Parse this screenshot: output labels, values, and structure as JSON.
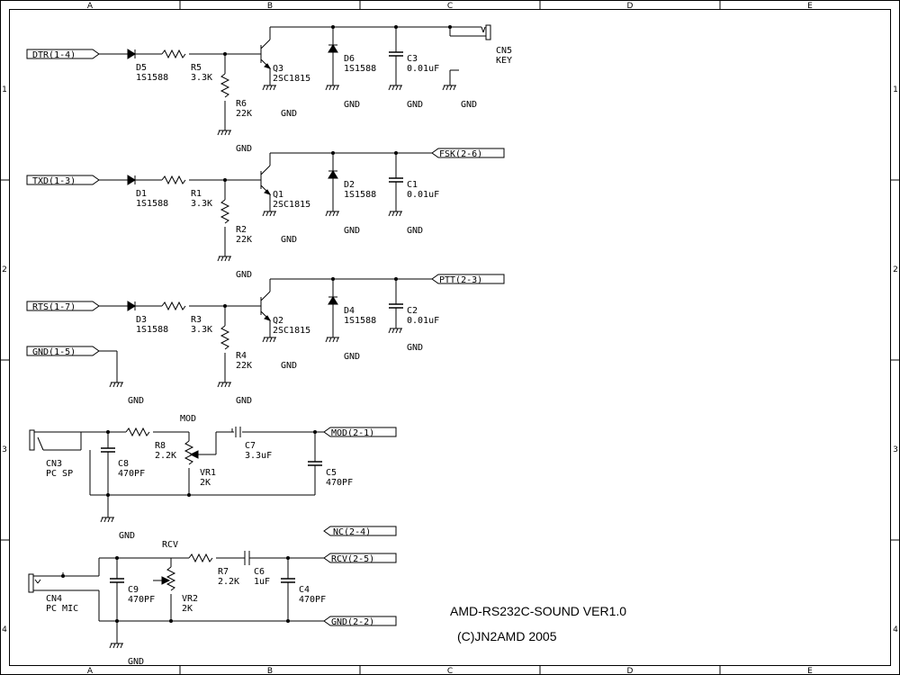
{
  "frame": {
    "cols": [
      "A",
      "B",
      "C",
      "D",
      "E"
    ],
    "rows": [
      "1",
      "2",
      "3",
      "4"
    ]
  },
  "title": {
    "line1": "AMD-RS232C-SOUND VER1.0",
    "line2": "(C)JN2AMD 2005"
  },
  "ports": {
    "dtr": "DTR(1-4)",
    "txd": "TXD(1-3)",
    "rts": "RTS(1-7)",
    "gnd_in": "GND(1-5)",
    "fsk": "FSK(2-6)",
    "ptt": "PTT(2-3)",
    "mod": "MOD(2-1)",
    "nc": "NC(2-4)",
    "rcv": "RCV(2-5)",
    "gnd_out": "GND(2-2)"
  },
  "parts": {
    "d5": {
      "ref": "D5",
      "val": "1S1588"
    },
    "r5": {
      "ref": "R5",
      "val": "3.3K"
    },
    "q3": {
      "ref": "Q3",
      "val": "2SC1815"
    },
    "r6": {
      "ref": "R6",
      "val": "22K"
    },
    "d6": {
      "ref": "D6",
      "val": "1S1588"
    },
    "c3": {
      "ref": "C3",
      "val": "0.01uF"
    },
    "cn5": {
      "ref": "CN5",
      "val": "KEY"
    },
    "d1": {
      "ref": "D1",
      "val": "1S1588"
    },
    "r1": {
      "ref": "R1",
      "val": "3.3K"
    },
    "q1": {
      "ref": "Q1",
      "val": "2SC1815"
    },
    "r2": {
      "ref": "R2",
      "val": "22K"
    },
    "d2": {
      "ref": "D2",
      "val": "1S1588"
    },
    "c1": {
      "ref": "C1",
      "val": "0.01uF"
    },
    "d3": {
      "ref": "D3",
      "val": "1S1588"
    },
    "r3": {
      "ref": "R3",
      "val": "3.3K"
    },
    "q2": {
      "ref": "Q2",
      "val": "2SC1815"
    },
    "r4": {
      "ref": "R4",
      "val": "22K"
    },
    "d4": {
      "ref": "D4",
      "val": "1S1588"
    },
    "c2": {
      "ref": "C2",
      "val": "0.01uF"
    },
    "cn3": {
      "ref": "CN3",
      "val": "PC SP"
    },
    "c8": {
      "ref": "C8",
      "val": "470PF"
    },
    "r8": {
      "ref": "R8",
      "val": "2.2K"
    },
    "vr1": {
      "ref": "VR1",
      "val": "2K"
    },
    "c7": {
      "ref": "C7",
      "val": "3.3uF"
    },
    "c5": {
      "ref": "C5",
      "val": "470PF"
    },
    "cn4": {
      "ref": "CN4",
      "val": "PC MIC"
    },
    "c9": {
      "ref": "C9",
      "val": "470PF"
    },
    "vr2": {
      "ref": "VR2",
      "val": "2K"
    },
    "r7": {
      "ref": "R7",
      "val": "2.2K"
    },
    "c6": {
      "ref": "C6",
      "val": "1uF"
    },
    "c4": {
      "ref": "C4",
      "val": "470PF"
    }
  },
  "nets": {
    "gnd": "GND",
    "mod": "MOD",
    "rcv": "RCV"
  }
}
